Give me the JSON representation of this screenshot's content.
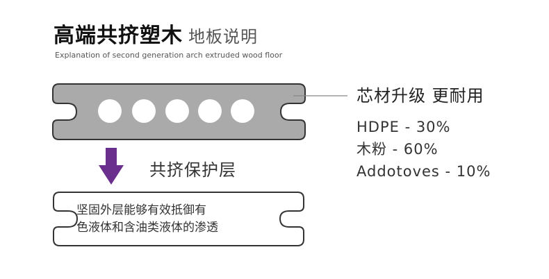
{
  "header": {
    "title": "高端共挤塑木",
    "subtitle_cn": "地板说明",
    "subtitle_en": "Explanation of second generation arch extruded wood floor"
  },
  "core_callout": {
    "title": "芯材升级 更耐用",
    "components": [
      "HDPE - 30%",
      "木粉 - 60%",
      "Addotoves - 10%"
    ]
  },
  "coextrusion_label": "共挤保护层",
  "outer_layer_description": {
    "line1": "坚固外层能够有效抵御有",
    "line2": "色液体和含油类液体的渗透"
  },
  "colors": {
    "core_fill": "#aaaaaa",
    "outline": "#333333",
    "arrow": "#6a2e8c",
    "hole": "#ffffff"
  },
  "icons": {
    "arrow": "down-arrow-icon"
  }
}
